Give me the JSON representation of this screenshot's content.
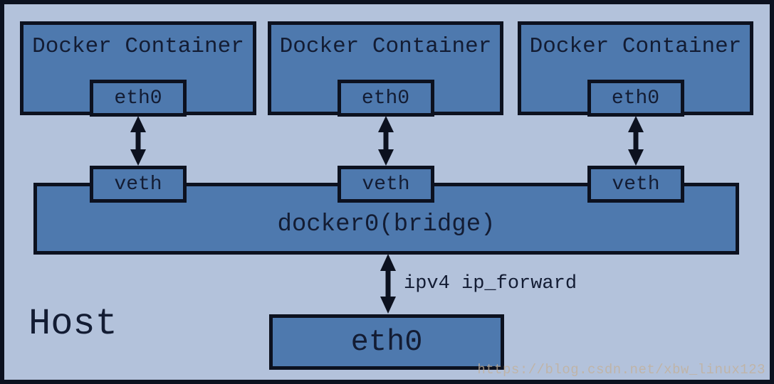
{
  "colors": {
    "background": "#b3c2db",
    "box_fill": "#4e79ae",
    "border": "#0c111f",
    "text": "#131c33",
    "watermark": "#c4b098"
  },
  "containers": [
    {
      "label": "Docker Container",
      "interface_label": "eth0",
      "veth_label": "veth"
    },
    {
      "label": "Docker Container",
      "interface_label": "eth0",
      "veth_label": "veth"
    },
    {
      "label": "Docker Container",
      "interface_label": "eth0",
      "veth_label": "veth"
    }
  ],
  "bridge": {
    "label": "docker0(bridge)"
  },
  "forward": {
    "label": "ipv4 ip_forward"
  },
  "host": {
    "label": "Host",
    "interface_label": "eth0"
  },
  "watermark": {
    "url": "https://blog.csdn.net/xbw_linux123"
  }
}
